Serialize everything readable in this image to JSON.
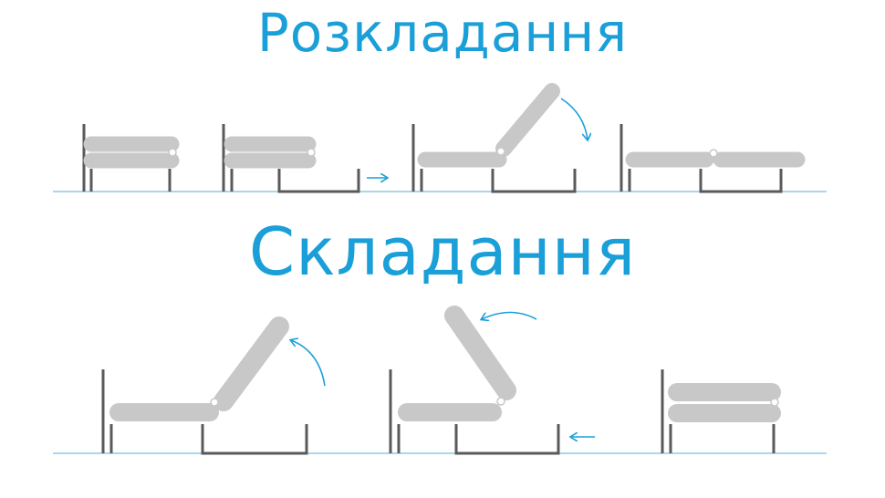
{
  "titles": {
    "unfold": "Розкладання",
    "fold": "Складання"
  },
  "colors": {
    "accent": "#1a9fd8",
    "cushion": "#c8c8c8",
    "frame": "#5a5a5a",
    "floor": "#8fc9e6"
  },
  "icons": [
    "arrow-right-icon",
    "arrow-left-icon",
    "curved-arrow-icon",
    "sofa-diagram"
  ]
}
